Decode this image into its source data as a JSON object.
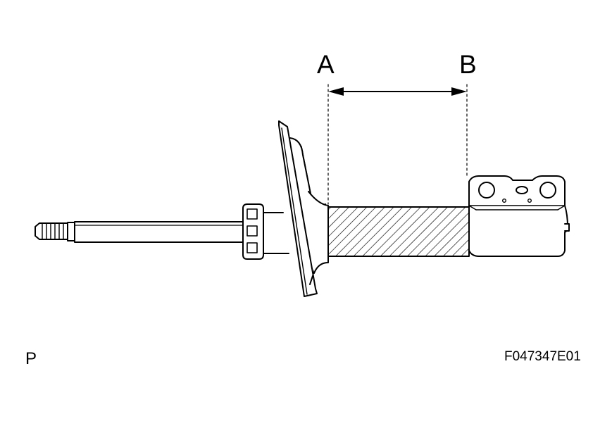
{
  "labels": {
    "point_a": "A",
    "point_b": "B",
    "view_marker": "P",
    "figure_code": "F047347E01"
  },
  "colors": {
    "line": "#000000",
    "background": "#ffffff"
  },
  "icons": {
    "dimension_arrows": "double-headed-arrow",
    "hatched_region": "diagonal-hatch"
  }
}
